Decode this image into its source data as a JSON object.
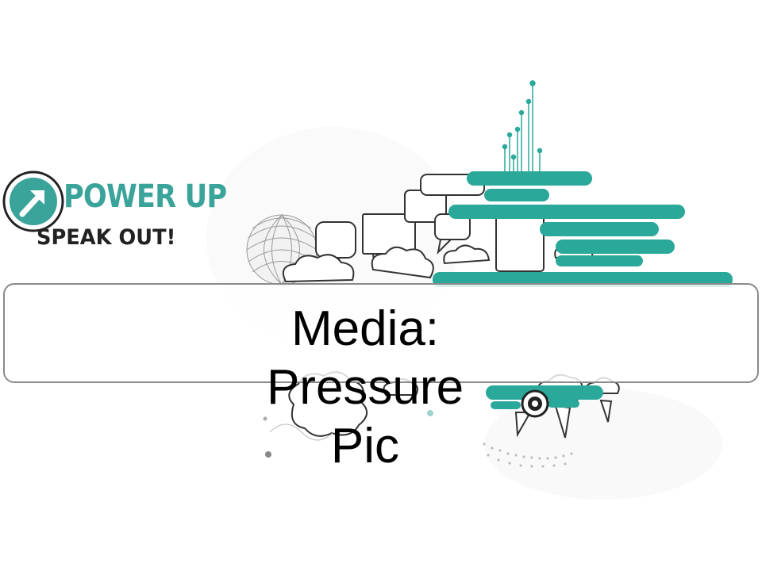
{
  "slide": {
    "logo": {
      "line1": "POWER UP",
      "line2": "SPEAK OUT!",
      "icon": "arrow-circle-icon"
    },
    "title_lines": [
      "Media:",
      "Pressure",
      "Pic"
    ]
  },
  "colors": {
    "teal": "#2aa89a",
    "logo_teal": "#3aa39a",
    "dark": "#222222",
    "border": "#8a8a8a"
  }
}
